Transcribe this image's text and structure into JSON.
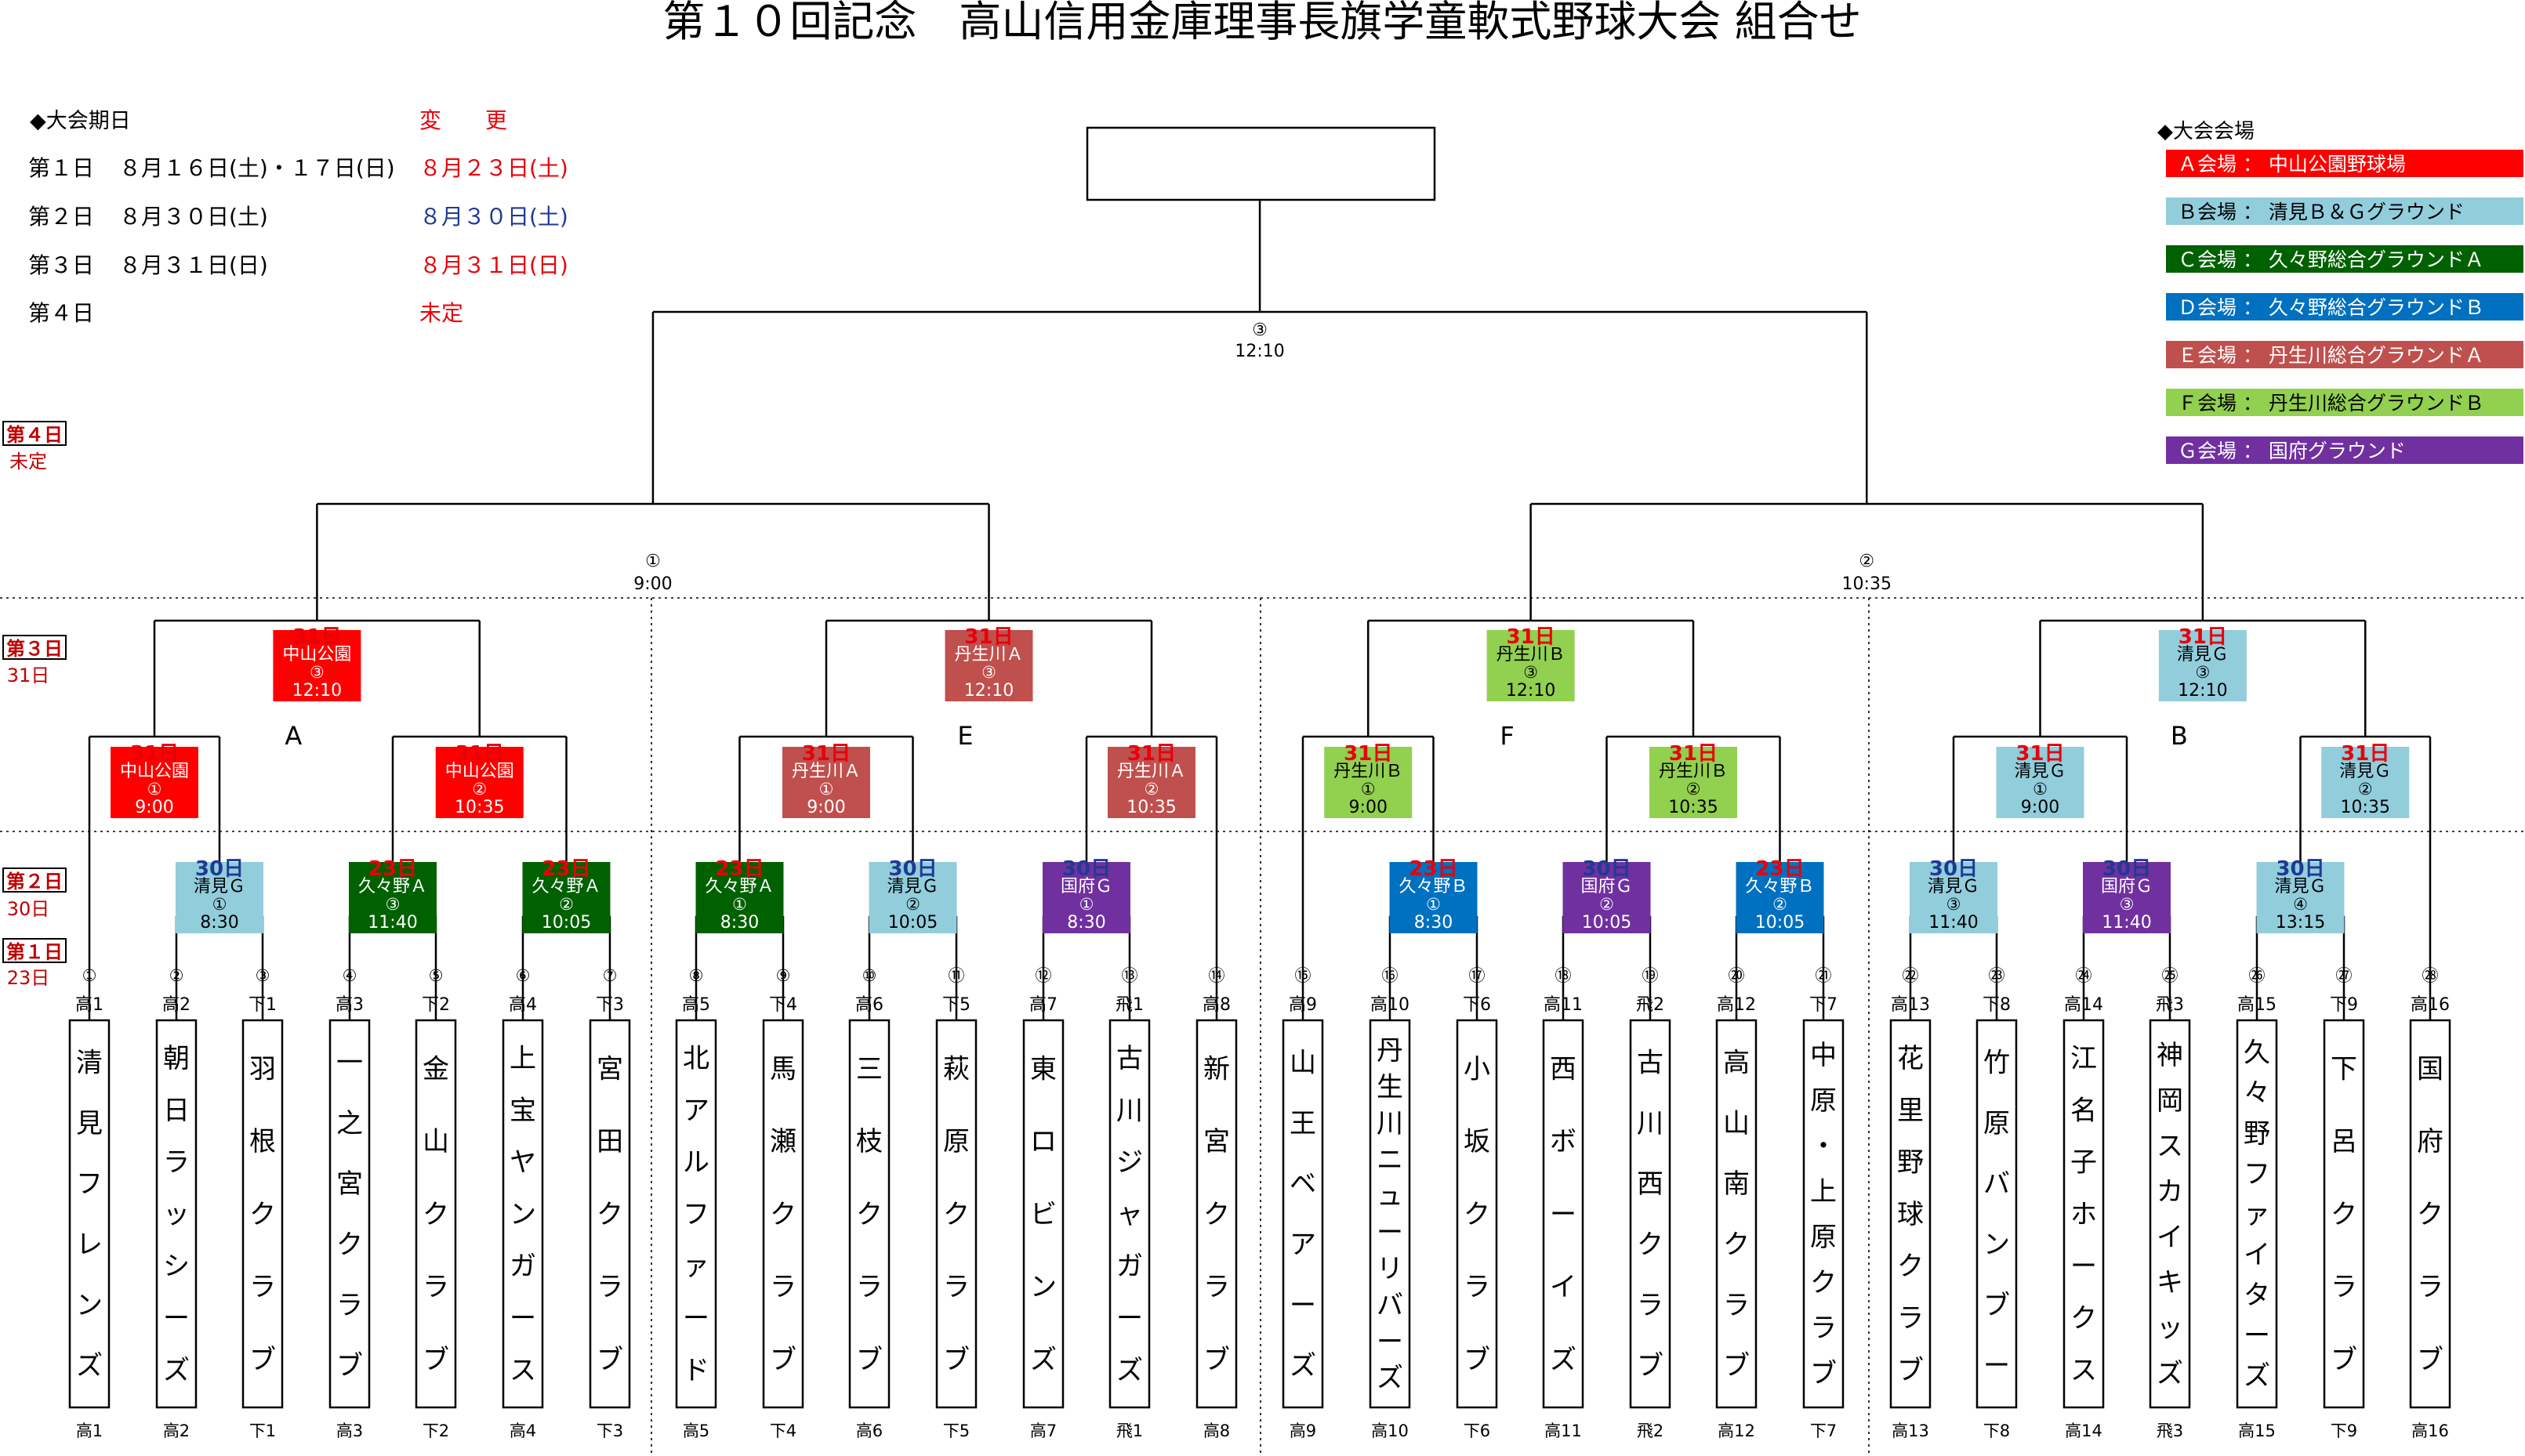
{
  "title": "第１０回記念　高山信用金庫理事長旗学童軟式野球大会 組合せ",
  "schedule": {
    "header": "◆大会期日",
    "change_header": "変　　更",
    "rows": [
      {
        "day": "第１日",
        "date": "８月１６日(土)・１７日(日)",
        "change": "８月２３日(土)",
        "change_color": "#e8000b"
      },
      {
        "day": "第２日",
        "date": "８月３０日(土)",
        "change": "８月３０日(土)",
        "change_color": "#1f3a93"
      },
      {
        "day": "第３日",
        "date": "８月３１日(日)",
        "change": "８月３１日(日)",
        "change_color": "#e8000b"
      },
      {
        "day": "第４日",
        "date": "",
        "change": "未定",
        "change_color": "#e8000b"
      }
    ]
  },
  "venues": {
    "header": "◆大会会場",
    "items": [
      {
        "label": "Ａ会場 ： 中山公園野球場",
        "bg": "#ff0000",
        "fg": "#ffffff"
      },
      {
        "label": "Ｂ会場 ： 清見Ｂ＆Ｇグラウンド",
        "bg": "#92cddc",
        "fg": "#000000"
      },
      {
        "label": "Ｃ会場 ： 久々野総合グラウンドＡ",
        "bg": "#006100",
        "fg": "#ffffff"
      },
      {
        "label": "Ｄ会場 ： 久々野総合グラウンドＢ",
        "bg": "#0070c0",
        "fg": "#ffffff"
      },
      {
        "label": "Ｅ会場 ： 丹生川総合グラウンドＡ",
        "bg": "#c0504d",
        "fg": "#ffffff"
      },
      {
        "label": "Ｆ会場 ： 丹生川総合グラウンドＢ",
        "bg": "#92d050",
        "fg": "#000000"
      },
      {
        "label": "Ｇ会場 ： 国府グラウンド",
        "bg": "#7030a0",
        "fg": "#ffffff"
      }
    ]
  },
  "round_labels": [
    {
      "day": "第４日",
      "sub": "未定"
    },
    {
      "day": "第３日",
      "sub": "31日"
    },
    {
      "day": "第２日",
      "sub": "30日"
    },
    {
      "day": "第１日",
      "sub": "23日"
    }
  ],
  "teams": [
    {
      "num": "①",
      "code": "高1",
      "name": "清見フレンズ"
    },
    {
      "num": "②",
      "code": "高2",
      "name": "朝日ラッシーズ"
    },
    {
      "num": "③",
      "code": "下1",
      "name": "羽根クラブ"
    },
    {
      "num": "④",
      "code": "高3",
      "name": "一之宮クラブ"
    },
    {
      "num": "⑤",
      "code": "下2",
      "name": "金山クラブ"
    },
    {
      "num": "⑥",
      "code": "高4",
      "name": "上宝ヤンガース"
    },
    {
      "num": "⑦",
      "code": "下3",
      "name": "宮田クラブ"
    },
    {
      "num": "⑧",
      "code": "高5",
      "name": "北アルファード"
    },
    {
      "num": "⑨",
      "code": "下4",
      "name": "馬瀬クラブ"
    },
    {
      "num": "⑩",
      "code": "高6",
      "name": "三枝クラブ"
    },
    {
      "num": "⑪",
      "code": "下5",
      "name": "萩原クラブ"
    },
    {
      "num": "⑫",
      "code": "高7",
      "name": "東ロビンズ"
    },
    {
      "num": "⑬",
      "code": "飛1",
      "name": "古川ジャガーズ"
    },
    {
      "num": "⑭",
      "code": "高8",
      "name": "新宮クラブ"
    },
    {
      "num": "⑮",
      "code": "高9",
      "name": "山王ベアーズ"
    },
    {
      "num": "⑯",
      "code": "高10",
      "name": "丹生川ニューリバーズ"
    },
    {
      "num": "⑰",
      "code": "下6",
      "name": "小坂クラブ"
    },
    {
      "num": "⑱",
      "code": "高11",
      "name": "西ボーイズ"
    },
    {
      "num": "⑲",
      "code": "飛2",
      "name": "古川西クラブ"
    },
    {
      "num": "⑳",
      "code": "高12",
      "name": "高山南クラブ"
    },
    {
      "num": "㉑",
      "code": "下7",
      "name": "中原・上原クラブ"
    },
    {
      "num": "㉒",
      "code": "高13",
      "name": "花里野球クラブ"
    },
    {
      "num": "㉓",
      "code": "下8",
      "name": "竹原バンブー"
    },
    {
      "num": "㉔",
      "code": "高14",
      "name": "江名子ホークス"
    },
    {
      "num": "㉕",
      "code": "飛3",
      "name": "神岡スカイキッズ"
    },
    {
      "num": "㉖",
      "code": "高15",
      "name": "久々野ファイターズ"
    },
    {
      "num": "㉗",
      "code": "下9",
      "name": "下呂クラブ"
    },
    {
      "num": "㉘",
      "code": "高16",
      "name": "国府クラブ"
    }
  ],
  "round1": [
    {
      "date": "30日",
      "date_color": "#1f3a93",
      "venue": "清見Ｇ",
      "num": "①",
      "time": "8:30",
      "bg": "#92cddc",
      "fg": "#000000"
    },
    {
      "date": "23日",
      "date_color": "#e8000b",
      "venue": "久々野Ａ",
      "num": "③",
      "time": "11:40",
      "bg": "#006100",
      "fg": "#ffffff"
    },
    {
      "date": "23日",
      "date_color": "#e8000b",
      "venue": "久々野Ａ",
      "num": "②",
      "time": "10:05",
      "bg": "#006100",
      "fg": "#ffffff"
    },
    {
      "date": "23日",
      "date_color": "#e8000b",
      "venue": "久々野Ａ",
      "num": "①",
      "time": "8:30",
      "bg": "#006100",
      "fg": "#ffffff"
    },
    {
      "date": "30日",
      "date_color": "#1f3a93",
      "venue": "清見Ｇ",
      "num": "②",
      "time": "10:05",
      "bg": "#92cddc",
      "fg": "#000000"
    },
    {
      "date": "30日",
      "date_color": "#1f3a93",
      "venue": "国府Ｇ",
      "num": "①",
      "time": "8:30",
      "bg": "#7030a0",
      "fg": "#ffffff"
    },
    {
      "date": "23日",
      "date_color": "#e8000b",
      "venue": "久々野Ｂ",
      "num": "①",
      "time": "8:30",
      "bg": "#0070c0",
      "fg": "#ffffff"
    },
    {
      "date": "30日",
      "date_color": "#1f3a93",
      "venue": "国府Ｇ",
      "num": "②",
      "time": "10:05",
      "bg": "#7030a0",
      "fg": "#ffffff"
    },
    {
      "date": "23日",
      "date_color": "#e8000b",
      "venue": "久々野Ｂ",
      "num": "②",
      "time": "10:05",
      "bg": "#0070c0",
      "fg": "#ffffff"
    },
    {
      "date": "30日",
      "date_color": "#1f3a93",
      "venue": "清見Ｇ",
      "num": "③",
      "time": "11:40",
      "bg": "#92cddc",
      "fg": "#000000"
    },
    {
      "date": "30日",
      "date_color": "#1f3a93",
      "venue": "国府Ｇ",
      "num": "③",
      "time": "11:40",
      "bg": "#7030a0",
      "fg": "#ffffff"
    },
    {
      "date": "30日",
      "date_color": "#1f3a93",
      "venue": "清見Ｇ",
      "num": "④",
      "time": "13:15",
      "bg": "#92cddc",
      "fg": "#000000"
    }
  ],
  "round2": [
    {
      "date": "31日",
      "venue": "中山公園",
      "num": "①",
      "time": "9:00",
      "bg": "#ff0000",
      "fg": "#ffffff"
    },
    {
      "date": "31日",
      "venue": "中山公園",
      "num": "②",
      "time": "10:35",
      "bg": "#ff0000",
      "fg": "#ffffff"
    },
    {
      "date": "31日",
      "venue": "丹生川Ａ",
      "num": "①",
      "time": "9:00",
      "bg": "#c0504d",
      "fg": "#ffffff"
    },
    {
      "date": "31日",
      "venue": "丹生川Ａ",
      "num": "②",
      "time": "10:35",
      "bg": "#c0504d",
      "fg": "#ffffff"
    },
    {
      "date": "31日",
      "venue": "丹生川Ｂ",
      "num": "①",
      "time": "9:00",
      "bg": "#92d050",
      "fg": "#000000"
    },
    {
      "date": "31日",
      "venue": "丹生川Ｂ",
      "num": "②",
      "time": "10:35",
      "bg": "#92d050",
      "fg": "#000000"
    },
    {
      "date": "31日",
      "venue": "清見Ｇ",
      "num": "①",
      "time": "9:00",
      "bg": "#92cddc",
      "fg": "#000000"
    },
    {
      "date": "31日",
      "venue": "清見Ｇ",
      "num": "②",
      "time": "10:35",
      "bg": "#92cddc",
      "fg": "#000000"
    }
  ],
  "round3": [
    {
      "date": "31日",
      "venue": "中山公園",
      "num": "③",
      "time": "12:10",
      "bg": "#ff0000",
      "fg": "#ffffff",
      "letter": "A"
    },
    {
      "date": "31日",
      "venue": "丹生川Ａ",
      "num": "③",
      "time": "12:10",
      "bg": "#c0504d",
      "fg": "#ffffff",
      "letter": "E"
    },
    {
      "date": "31日",
      "venue": "丹生川Ｂ",
      "num": "③",
      "time": "12:10",
      "bg": "#92d050",
      "fg": "#000000",
      "letter": "F"
    },
    {
      "date": "31日",
      "venue": "清見Ｇ",
      "num": "③",
      "time": "12:10",
      "bg": "#92cddc",
      "fg": "#000000",
      "letter": "B"
    }
  ],
  "semis": [
    {
      "num": "①",
      "time": "9:00"
    },
    {
      "num": "②",
      "time": "10:35"
    }
  ],
  "final": {
    "num": "③",
    "time": "12:10"
  }
}
